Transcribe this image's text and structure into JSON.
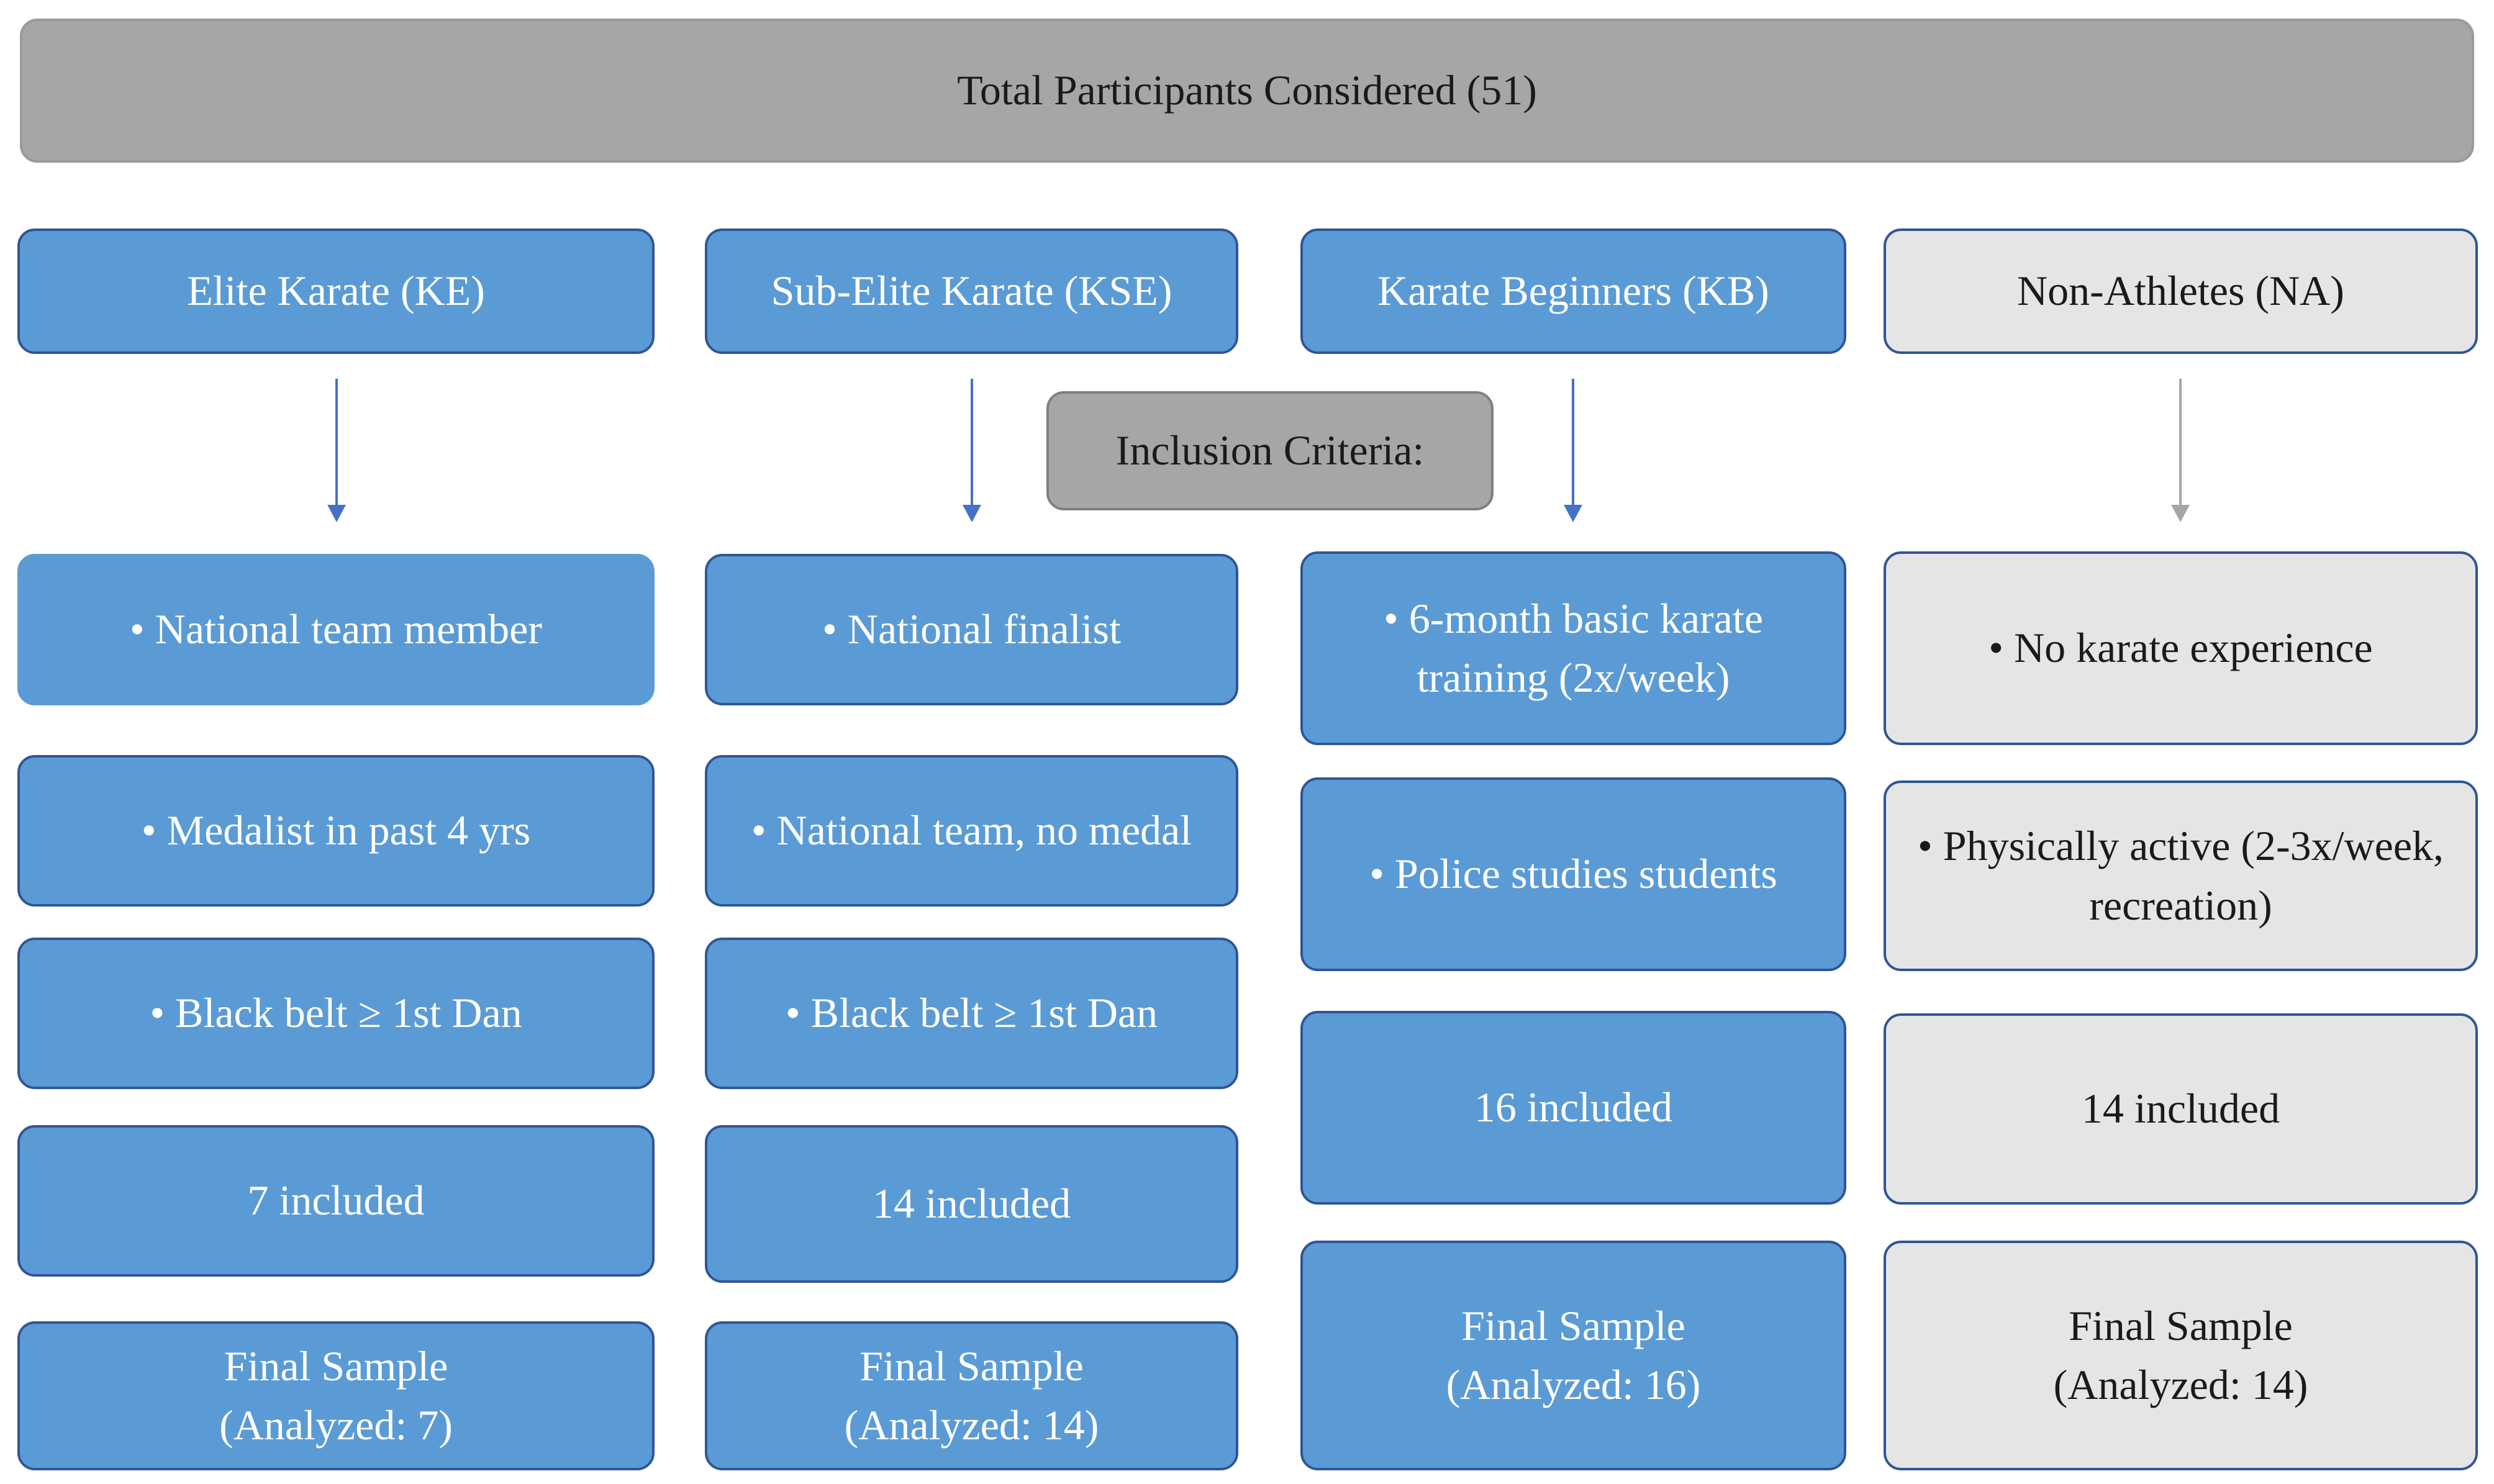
{
  "top": {
    "label": "Total Participants Considered (51)"
  },
  "criteria_label": "Inclusion Criteria:",
  "groups": [
    {
      "header": "Elite Karate (KE)",
      "criteria": [
        "• National team member",
        "• Medalist in past 4 yrs",
        "• Black belt ≥ 1st Dan"
      ],
      "included": "7 included",
      "final": [
        "Final Sample",
        "(Analyzed: 7)"
      ]
    },
    {
      "header": "Sub-Elite Karate (KSE)",
      "criteria": [
        "• National finalist",
        "• National team, no medal",
        "• Black belt ≥ 1st Dan"
      ],
      "included": "14 included",
      "final": [
        "Final Sample",
        "(Analyzed: 14)"
      ]
    },
    {
      "header": "Karate Beginners (KB)",
      "criteria": [
        "• 6-month basic karate training (2x/week)",
        "• Police studies students"
      ],
      "included": "16 included",
      "final": [
        "Final Sample",
        "(Analyzed: 16)"
      ]
    },
    {
      "header": "Non-Athletes (NA)",
      "criteria": [
        "• No karate experience",
        "• Physically active (2-3x/week, recreation)"
      ],
      "included": "14 included",
      "final": [
        "Final Sample",
        "(Analyzed: 14)"
      ]
    }
  ],
  "colors": {
    "blue_fill": "#5b9bd5",
    "blue_border": "#2f5597",
    "gray_fill": "#a6a6a6",
    "light_fill": "#e5e5e5",
    "arrow_blue": "#4472c4",
    "arrow_gray": "#a6a6a6"
  }
}
